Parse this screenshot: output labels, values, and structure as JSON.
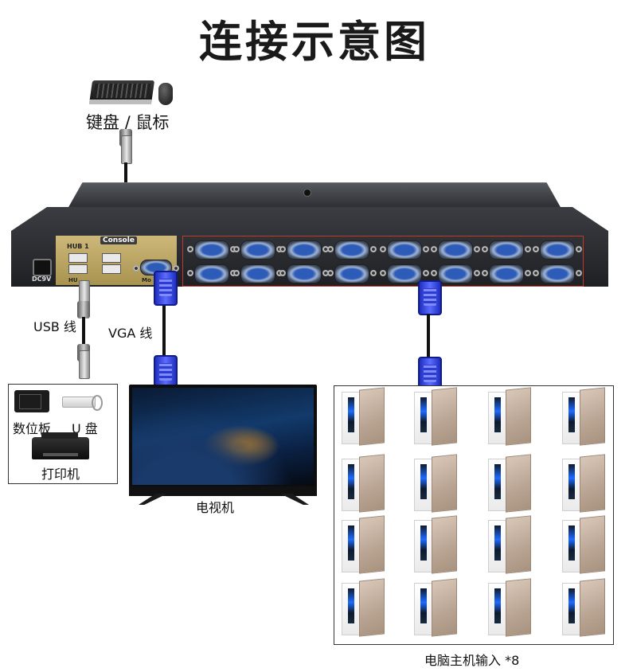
{
  "title": "连接示意图",
  "labels": {
    "keyboard_mouse": "键盘 / 鼠标",
    "usb_cable": "USB 线",
    "vga_cable": "VGA 线",
    "tablet": "数位板",
    "usb_drive": "U 盘",
    "printer": "打印机",
    "tv": "电视机",
    "pc_input": "电脑主机输入 *8"
  },
  "device": {
    "hub_label": "HUB 1",
    "console_label": "Console",
    "power_label": "DC9V",
    "hub2_label": "HU",
    "monitor_label": "Mo",
    "port_count": 16
  },
  "colors": {
    "device_body": "#2b2d31",
    "console_panel": "#b9a46a",
    "port_frame": "#c0392b",
    "vga_blue": "#2a3cd4"
  },
  "icons": [
    "keyboard-icon",
    "mouse-icon",
    "tablet-icon",
    "usb-drive-icon",
    "printer-icon",
    "tv-icon",
    "pc-tower-icon"
  ]
}
